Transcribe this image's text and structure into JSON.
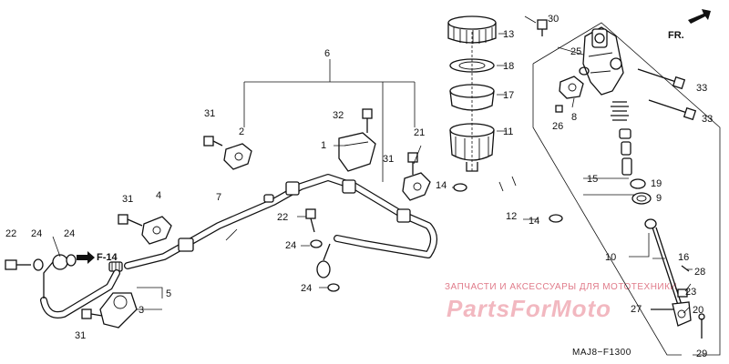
{
  "diagram": {
    "code": "MAJ8−F1300",
    "fr_label": "FR.",
    "ref_label": "F-14",
    "watermark_top": "ЗАПЧАСТИ И АКСЕССУАРЫ ДЛЯ МОТОТЕХНИКИ",
    "watermark_logo": "PartsForMoto",
    "callouts": {
      "p1": "1",
      "p2": "2",
      "p3": "3",
      "p4": "4",
      "p5": "5",
      "p6": "6",
      "p7": "7",
      "p8": "8",
      "p9": "9",
      "p10": "10",
      "p11": "11",
      "p12": "12",
      "p13": "13",
      "p14a": "14",
      "p14b": "14",
      "p15": "15",
      "p16": "16",
      "p17": "17",
      "p18": "18",
      "p19": "19",
      "p20": "20",
      "p21": "21",
      "p22a": "22",
      "p22b": "22",
      "p23": "23",
      "p24a": "24",
      "p24b": "24",
      "p24c": "24",
      "p24d": "24",
      "p25": "25",
      "p26": "26",
      "p27": "27",
      "p28": "28",
      "p29": "29",
      "p30": "30",
      "p31a": "31",
      "p31b": "31",
      "p31c": "31",
      "p31d": "31",
      "p32": "32",
      "p33a": "33",
      "p33b": "33"
    }
  }
}
